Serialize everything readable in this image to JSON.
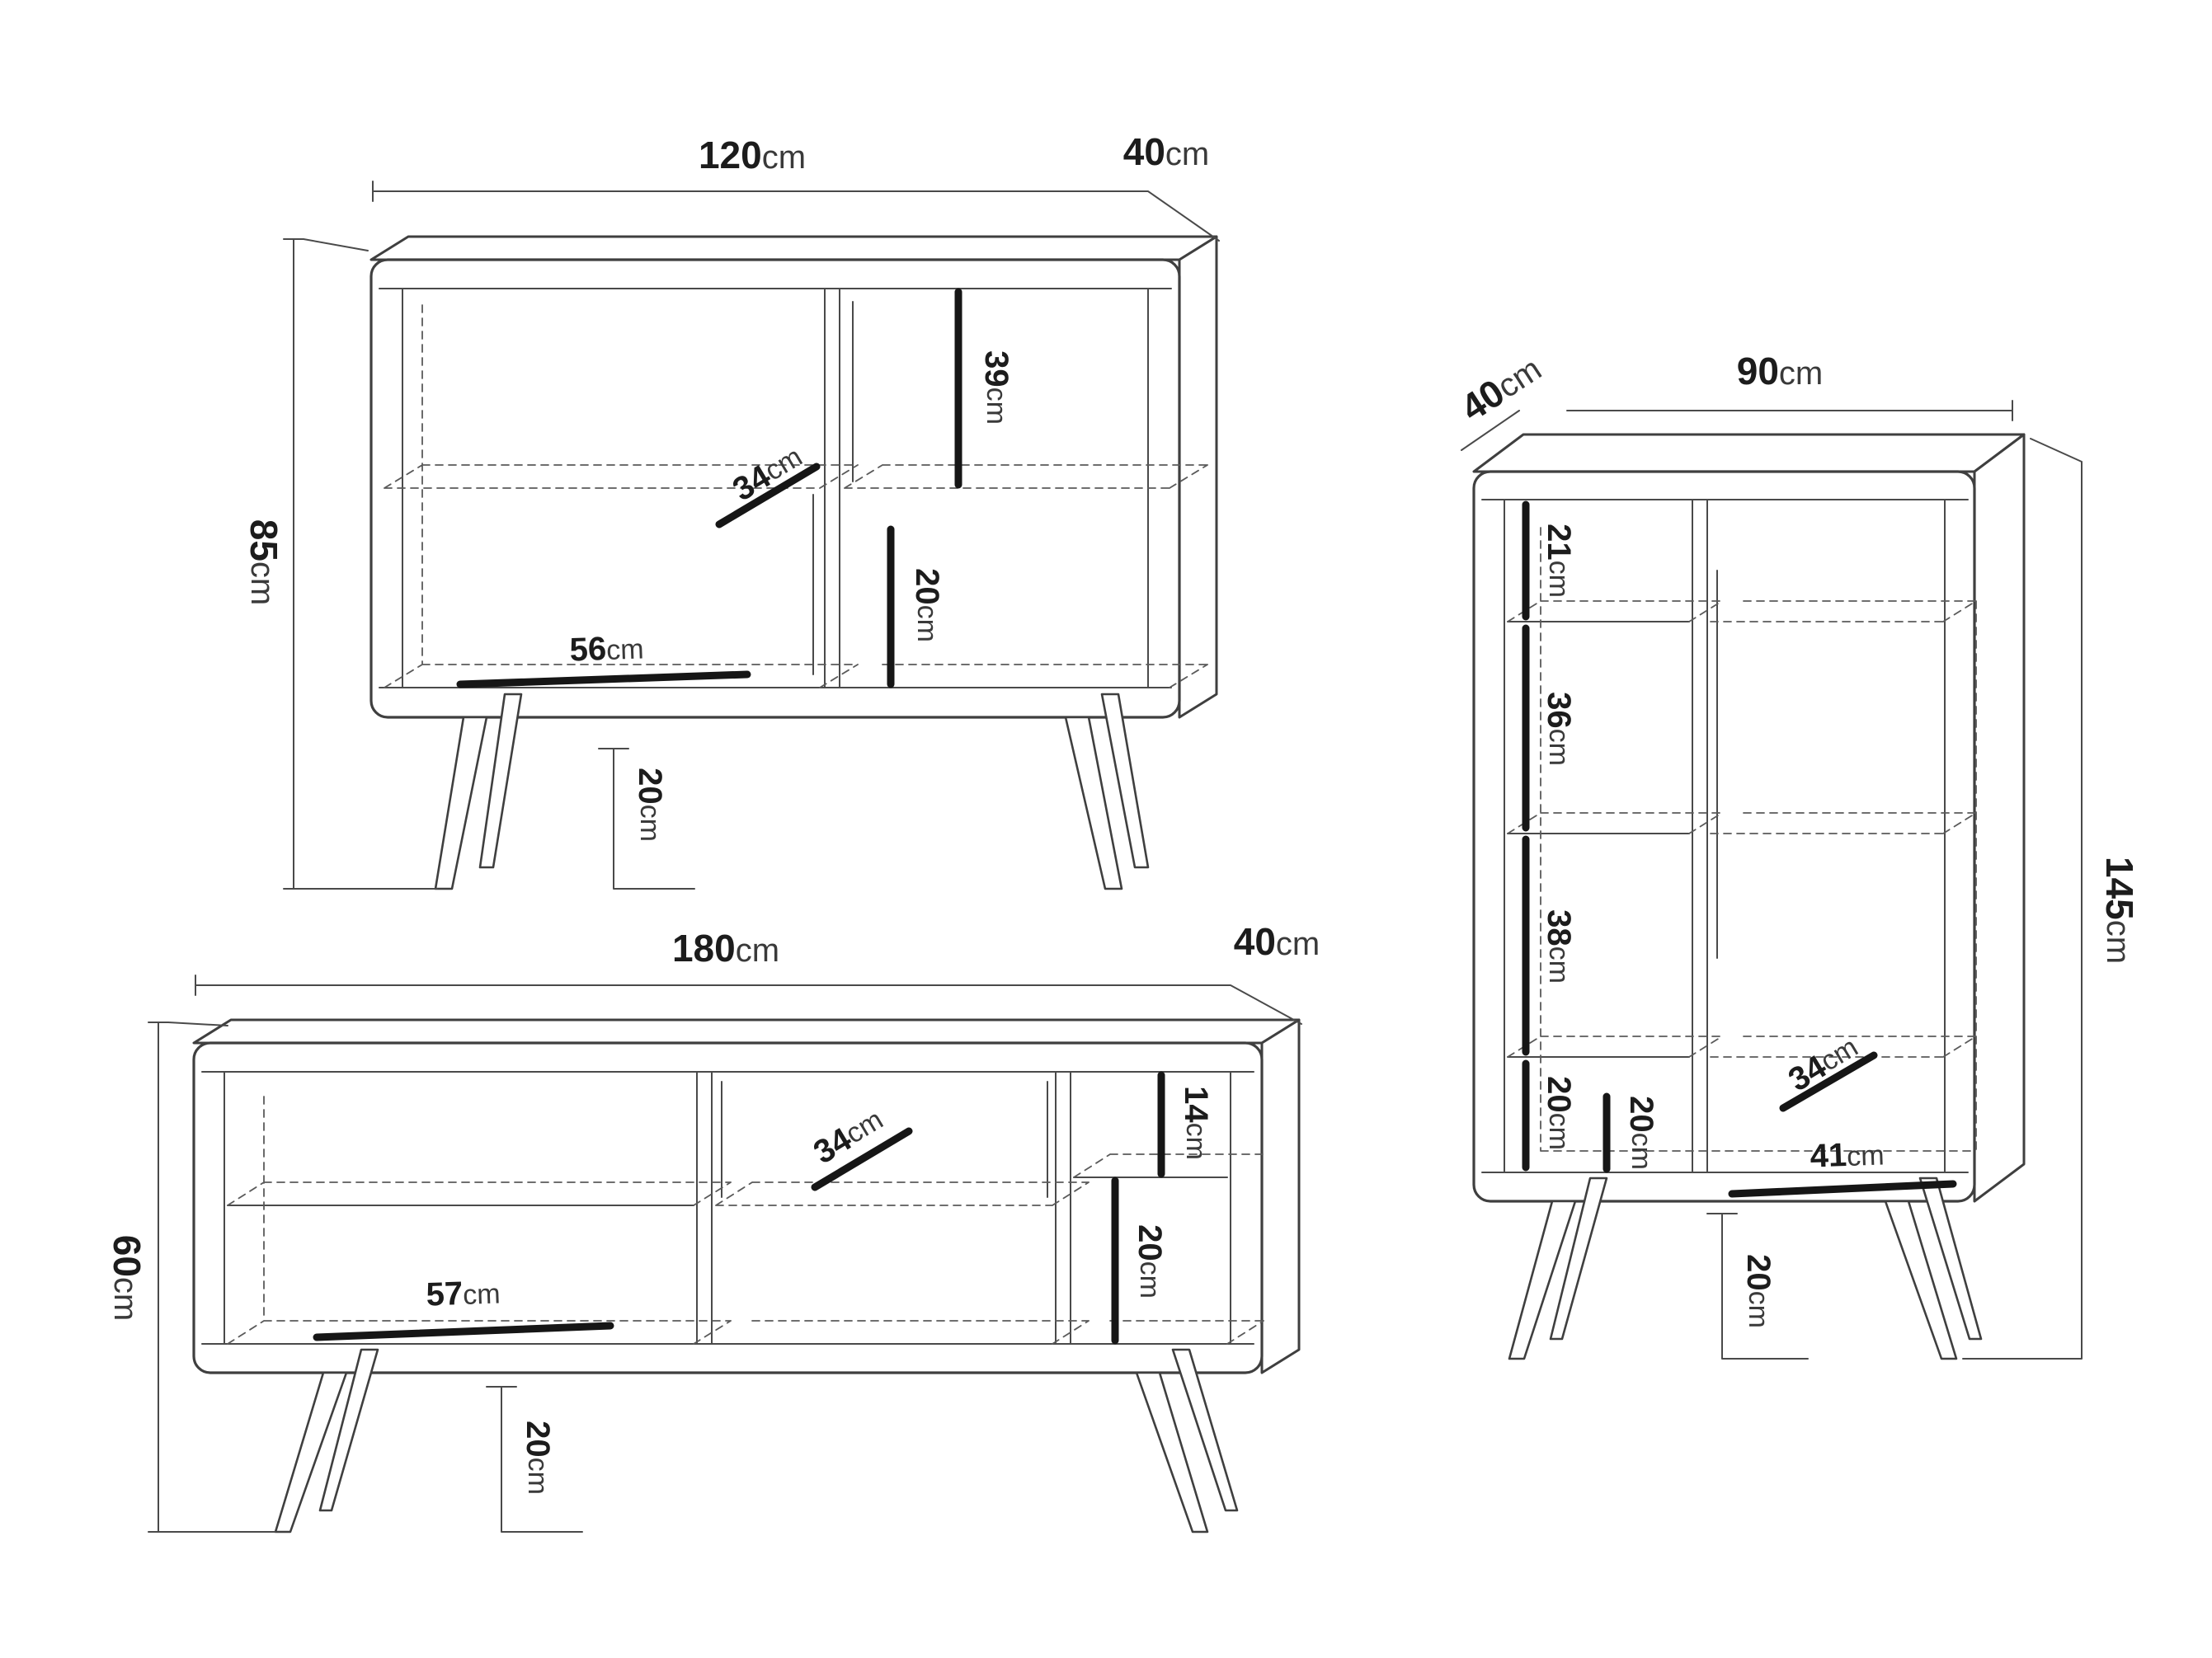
{
  "diagram": {
    "title": "furniture-dimension-drawing",
    "pieces": [
      {
        "name": "sideboard",
        "labels": [
          {
            "id": "width",
            "value": "120",
            "unit": "cm"
          },
          {
            "id": "depth",
            "value": "40",
            "unit": "cm"
          },
          {
            "id": "height",
            "value": "85",
            "unit": "cm"
          },
          {
            "id": "upper-right-compartment-height",
            "value": "39",
            "unit": "cm"
          },
          {
            "id": "interior-depth",
            "value": "34",
            "unit": "cm"
          },
          {
            "id": "lower-right-compartment-height",
            "value": "20",
            "unit": "cm"
          },
          {
            "id": "shelf-width",
            "value": "56",
            "unit": "cm"
          },
          {
            "id": "leg-height",
            "value": "20",
            "unit": "cm"
          }
        ]
      },
      {
        "name": "tv-stand",
        "labels": [
          {
            "id": "width",
            "value": "180",
            "unit": "cm"
          },
          {
            "id": "depth",
            "value": "40",
            "unit": "cm"
          },
          {
            "id": "height",
            "value": "60",
            "unit": "cm"
          },
          {
            "id": "upper-right-compartment-height",
            "value": "14",
            "unit": "cm"
          },
          {
            "id": "interior-depth",
            "value": "34",
            "unit": "cm"
          },
          {
            "id": "lower-right-compartment-height",
            "value": "20",
            "unit": "cm"
          },
          {
            "id": "shelf-width",
            "value": "57",
            "unit": "cm"
          },
          {
            "id": "leg-height",
            "value": "20",
            "unit": "cm"
          }
        ]
      },
      {
        "name": "tall-cabinet",
        "labels": [
          {
            "id": "depth",
            "value": "40",
            "unit": "cm"
          },
          {
            "id": "width",
            "value": "90",
            "unit": "cm"
          },
          {
            "id": "height",
            "value": "145",
            "unit": "cm"
          },
          {
            "id": "compartment-1-height",
            "value": "21",
            "unit": "cm"
          },
          {
            "id": "compartment-2-height",
            "value": "36",
            "unit": "cm"
          },
          {
            "id": "compartment-3-height",
            "value": "38",
            "unit": "cm"
          },
          {
            "id": "compartment-4-height",
            "value": "20",
            "unit": "cm"
          },
          {
            "id": "compartment-5-height",
            "value": "20",
            "unit": "cm"
          },
          {
            "id": "interior-depth",
            "value": "34",
            "unit": "cm"
          },
          {
            "id": "interior-shelf-width",
            "value": "41",
            "unit": "cm"
          },
          {
            "id": "leg-height",
            "value": "20",
            "unit": "cm"
          }
        ]
      }
    ]
  }
}
